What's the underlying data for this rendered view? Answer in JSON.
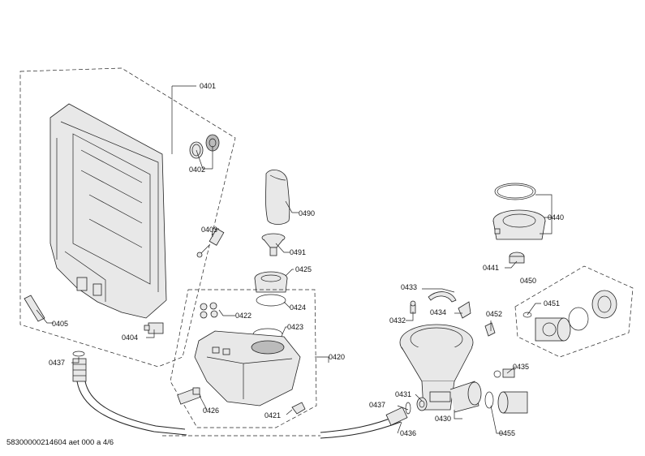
{
  "labels": {
    "p0401": "0401",
    "p0402": "0402",
    "p0403": "0403",
    "p0404": "0404",
    "p0405": "0405",
    "p0437a": "0437",
    "p0490": "0490",
    "p0491": "0491",
    "p0425": "0425",
    "p0424": "0424",
    "p0422": "0422",
    "p0423": "0423",
    "p0420": "0420",
    "p0426": "0426",
    "p0421": "0421",
    "p0433": "0433",
    "p0432": "0432",
    "p0434": "0434",
    "p0452": "0452",
    "p0431": "0431",
    "p0437b": "0437",
    "p0436": "0436",
    "p0430": "0430",
    "p0440": "0440",
    "p0441": "0441",
    "p0450": "0450",
    "p0451": "0451",
    "p0435": "0435",
    "p0455": "0455"
  },
  "footer": "58300000214604 aet 000 a 4/6"
}
